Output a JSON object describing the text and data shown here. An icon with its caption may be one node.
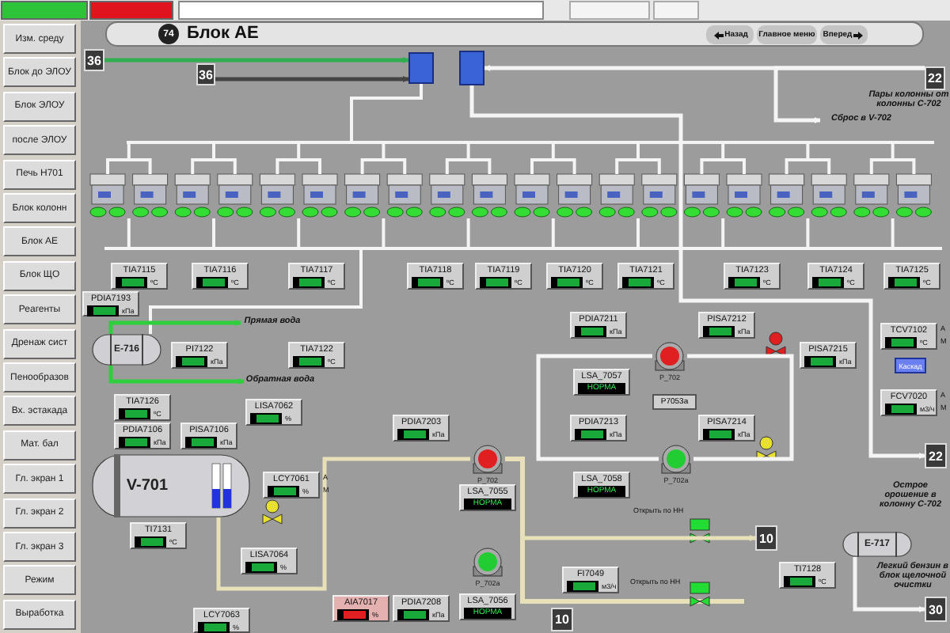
{
  "diagram": {
    "title": "Блок АЕ",
    "nodes": [
      {
        "text": [
          "Изм. среду"
        ]
      },
      {
        "text": [
          "Блок до ЭЛОУ"
        ]
      },
      {
        "text": [
          "Блок ЭЛОУ"
        ]
      },
      {
        "text": [
          "после ЭЛОУ"
        ]
      },
      {
        "text": [
          "Печь Н701"
        ]
      },
      {
        "text": [
          "Блок колонн"
        ]
      },
      {
        "text": [
          "Блок АЕ"
        ]
      },
      {
        "text": [
          "Блок ЩО"
        ]
      },
      {
        "text": [
          "Реагенты"
        ]
      },
      {
        "text": [
          "Дренаж сист"
        ]
      },
      {
        "text": [
          "Пенообразов"
        ]
      },
      {
        "text": [
          "Вх. эстакада"
        ]
      },
      {
        "text": [
          "Мат. бал"
        ]
      },
      {
        "text": [
          "Гл. экран 1"
        ]
      },
      {
        "text": [
          "Гл. экран 2"
        ]
      },
      {
        "text": [
          "Гл. экран 3"
        ]
      },
      {
        "text": [
          "Режим"
        ]
      },
      {
        "text": [
          "Выработка"
        ]
      },
      {
        "text": [
          "Назад"
        ]
      },
      {
        "text": [
          "Главное меню"
        ]
      },
      {
        "text": [
          "Вперед"
        ]
      },
      {
        "text": [
          "36"
        ]
      },
      {
        "text": [
          "36"
        ]
      },
      {
        "text": [
          "22"
        ]
      },
      {
        "text": [
          "Сброс в V-702"
        ]
      },
      {
        "text": [
          "Пары колонны от колонны С-702"
        ]
      },
      {
        "text": [],
        "shape": "box"
      },
      {
        "text": [],
        "shape": "box"
      },
      {
        "text": [
          "TIA7115",
          "ºС"
        ]
      },
      {
        "text": [
          "TIA7116",
          "ºС"
        ]
      },
      {
        "text": [
          "TIA7117",
          "ºС"
        ]
      },
      {
        "text": [
          "TIA7118",
          "ºС"
        ]
      },
      {
        "text": [
          "TIA7119",
          "ºС"
        ]
      },
      {
        "text": [
          "TIA7120",
          "ºС"
        ]
      },
      {
        "text": [
          "TIA7121",
          "ºС"
        ]
      },
      {
        "text": [
          "TIA7123",
          "ºС"
        ]
      },
      {
        "text": [
          "TIA7124",
          "ºС"
        ]
      },
      {
        "text": [
          "TIA7125",
          "ºС"
        ]
      },
      {
        "text": [
          "PDIA7193",
          "кПа"
        ]
      },
      {
        "text": [
          "Е-716"
        ]
      },
      {
        "text": [
          "PI7122",
          "кПа"
        ]
      },
      {
        "text": [
          "Прямая вода"
        ]
      },
      {
        "text": [
          "Обратная вода"
        ]
      },
      {
        "text": [
          "TIA7122",
          "ºС"
        ]
      },
      {
        "text": [
          "TIA7126",
          "ºС"
        ]
      },
      {
        "text": [
          "PDIA7106",
          "кПа"
        ]
      },
      {
        "text": [
          "PISA7106",
          "кПа"
        ]
      },
      {
        "text": [
          "LISA7062",
          "%"
        ]
      },
      {
        "text": [
          "PDIA7203",
          "кПа"
        ]
      },
      {
        "text": [
          "PDIA7211",
          "кПа"
        ]
      },
      {
        "text": [
          "PISA7212",
          "кПа"
        ]
      },
      {
        "text": [
          "P_702"
        ]
      },
      {
        "text": [
          "PISA7215",
          "кПа"
        ]
      },
      {
        "text": [
          "TCV7102",
          "ºС"
        ],
        "beside": [
          "A",
          "M"
        ]
      },
      {
        "text": [
          "Каскад"
        ]
      },
      {
        "text": [
          "FCV7020",
          "м3/ч"
        ],
        "beside": [
          "A",
          "M"
        ]
      },
      {
        "text": [
          "LSA_7057",
          "НОРМА"
        ]
      },
      {
        "text": [
          "P7053a"
        ]
      },
      {
        "text": [
          "PDIA7213",
          "кПа"
        ]
      },
      {
        "text": [
          "PISA7214",
          "кПа"
        ]
      },
      {
        "text": [
          "P_702a"
        ]
      },
      {
        "text": [
          "LSA_7058",
          "НОРМА"
        ]
      },
      {
        "text": [
          "V-701"
        ]
      },
      {
        "text": [
          "LCY7061",
          "%"
        ],
        "beside": [
          "A",
          "M"
        ]
      },
      {
        "text": [
          "TI7131",
          "ºС"
        ]
      },
      {
        "text": [
          "LISA7064",
          "%"
        ]
      },
      {
        "text": [
          "LCY7063",
          "%"
        ]
      },
      {
        "text": [
          "AIA7017",
          "%"
        ]
      },
      {
        "text": [
          "PDIA7208",
          "кПа"
        ]
      },
      {
        "text": [
          "P_702"
        ]
      },
      {
        "text": [
          "LSA_7055",
          "НОРМА"
        ]
      },
      {
        "text": [
          "P_702a"
        ]
      },
      {
        "text": [
          "LSA_7056",
          "НОРМА"
        ]
      },
      {
        "text": [
          "FI7049",
          "м3/ч"
        ]
      },
      {
        "text": [
          "Открыть по НН"
        ]
      },
      {
        "text": [
          "Открыть по НН"
        ]
      },
      {
        "text": [
          "10"
        ]
      },
      {
        "text": [
          "10"
        ]
      },
      {
        "text": [
          "Е-717"
        ]
      },
      {
        "text": [
          "TI7128",
          "ºС"
        ]
      },
      {
        "text": [
          "Острое орошение в колонну С-702"
        ]
      },
      {
        "text": [
          "22"
        ]
      },
      {
        "text": [
          "Легкий бензин в блок щелочной очистки"
        ]
      },
      {
        "text": [
          "30"
        ]
      }
    ],
    "edges": [
      {
        "from": 21,
        "to": 26,
        "arrow": "to",
        "color": "#2fae4f"
      },
      {
        "from": 22,
        "to": 26,
        "arrow": "to",
        "color": "#444444"
      },
      {
        "from": 23,
        "to": 27,
        "arrow": "to"
      },
      {
        "from": 23,
        "to": 24,
        "arrow": "to"
      },
      {
        "from": 39,
        "to": 41,
        "arrow": "to",
        "color": "#2fce3f"
      },
      {
        "from": 39,
        "to": 42,
        "arrow": "to",
        "color": "#2fce3f"
      },
      {
        "from": 78,
        "to": 83,
        "arrow": "to"
      },
      {
        "from": 27,
        "to": 81,
        "arrow": "to"
      },
      {
        "from": null,
        "to": 76,
        "arrow": "to",
        "color": "#e8e0b8"
      },
      {
        "from": 51,
        "to": 60,
        "arrow": "none"
      },
      {
        "from": 51,
        "to": 60,
        "arrow": "none"
      },
      {
        "from": 62,
        "to": 69,
        "arrow": "none",
        "color": "#e8e0b8"
      }
    ],
    "labels": [
      "74"
    ]
  }
}
